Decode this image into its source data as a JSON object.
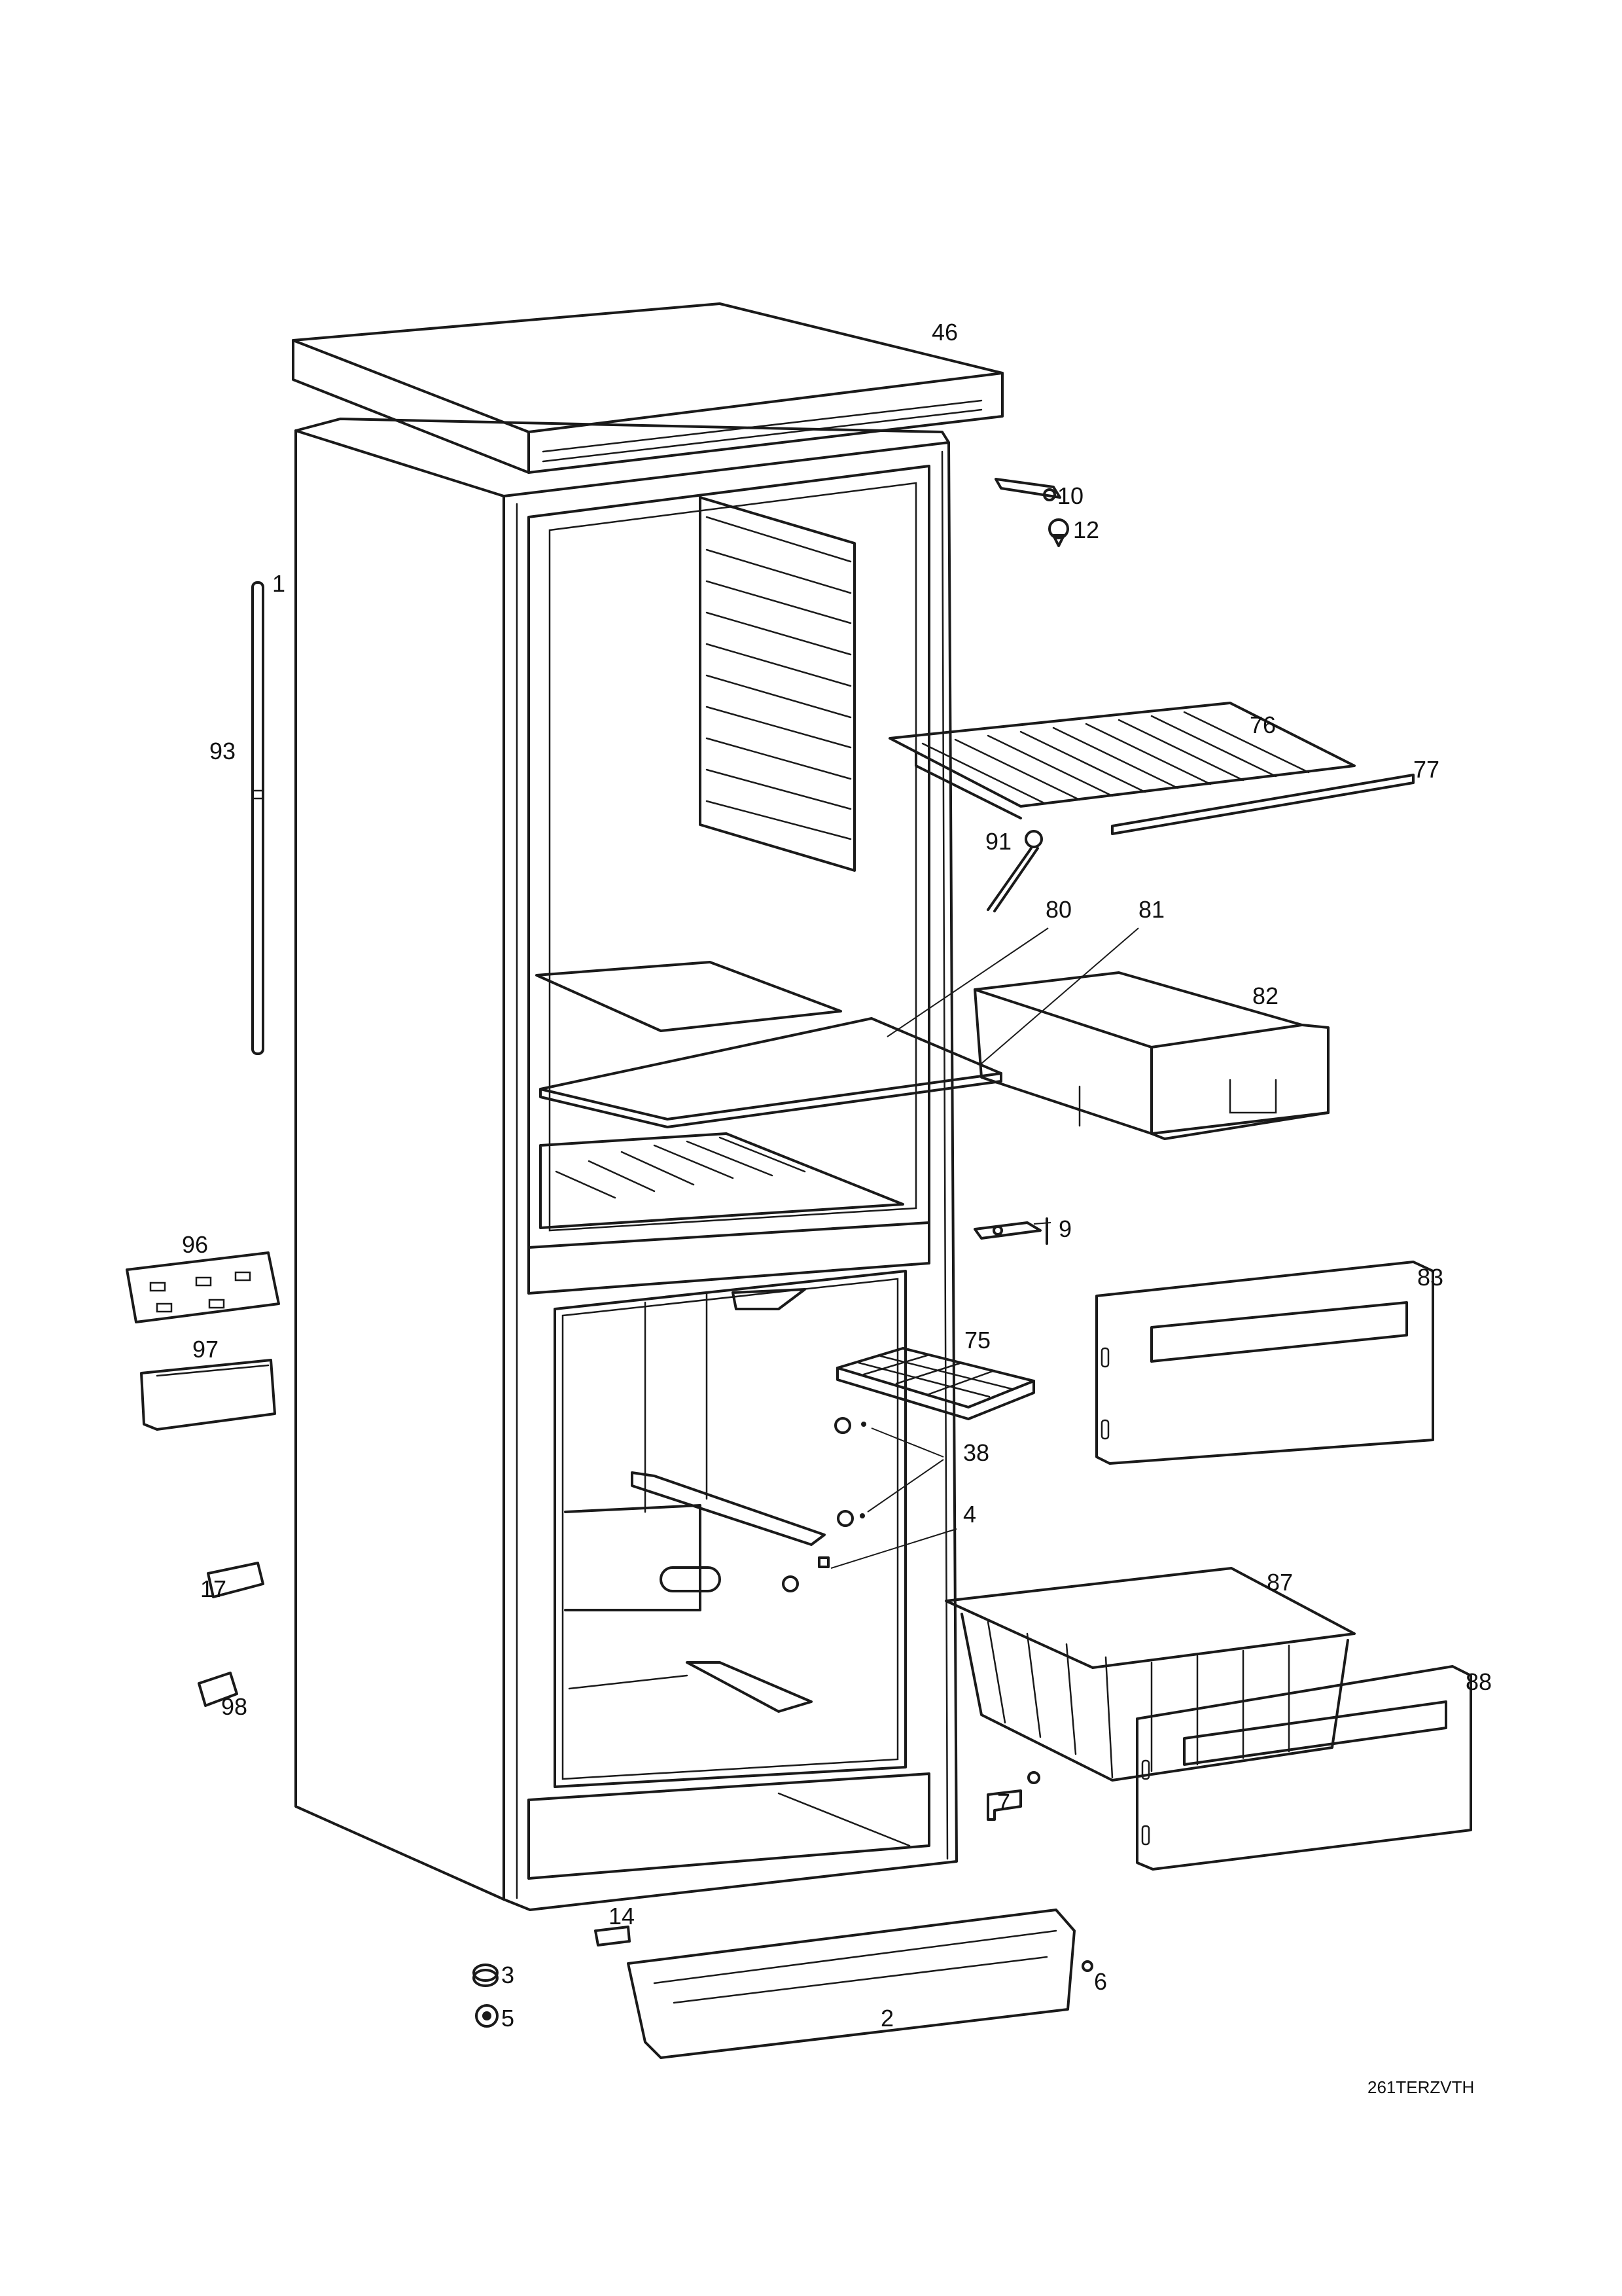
{
  "labels": {
    "l46": "46",
    "l10": "10",
    "l12": "12",
    "l1": "1",
    "l93": "93",
    "l76": "76",
    "l77": "77",
    "l91": "91",
    "l80": "80",
    "l81": "81",
    "l82": "82",
    "l9": "9",
    "l96": "96",
    "l83": "83",
    "l97": "97",
    "l75": "75",
    "l38": "38",
    "l4": "4",
    "l17": "17",
    "l87": "87",
    "l98": "98",
    "l88": "88",
    "l7": "7",
    "l14": "14",
    "l3": "3",
    "l6": "6",
    "l2": "2",
    "l5": "5"
  },
  "drawing_code": "261TERZVTH"
}
